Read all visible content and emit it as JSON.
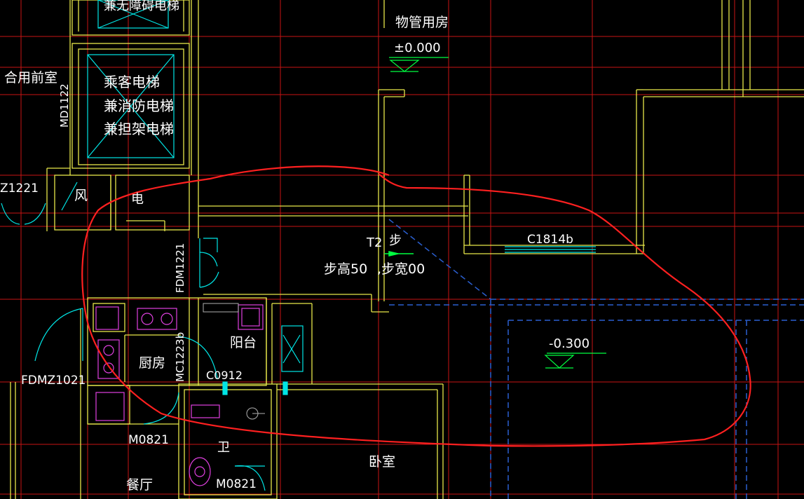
{
  "labels": {
    "elevator_top": "兼无障碍电梯",
    "property_room": "物管用房",
    "elev_zero": "±0.000",
    "shared_lobby": "合用前室",
    "md_door": "MD1122",
    "elevator_1": "乘客电梯",
    "elevator_2": "兼消防电梯",
    "elevator_3": "兼担架电梯",
    "z1221": "Z1221",
    "wind": "风",
    "power": "电",
    "stair_t2": "T2",
    "stair_bu": "步",
    "stair_height": "步高50",
    "stair_width": ",步宽00",
    "window_c1814b": "C1814b",
    "fdm1221": "FDM1221",
    "elev_neg": "-0.300",
    "balcony": "阳台",
    "kitchen": "厨房",
    "mc1223b": "MC1223b",
    "c0912": "C0912",
    "fdmz1021": "FDMZ1021",
    "m0821_a": "M0821",
    "m0821_b": "M0821",
    "bath": "卫",
    "bedroom": "卧室",
    "dining": "餐厅"
  },
  "colors": {
    "background": "#000000",
    "wall": "#e8e84a",
    "grid": "#c81414",
    "cyan": "#00e5e5",
    "dashed": "#2a5fd0",
    "fixture": "#e040e0",
    "markup": "#ff2020",
    "green": "#00ff40"
  }
}
